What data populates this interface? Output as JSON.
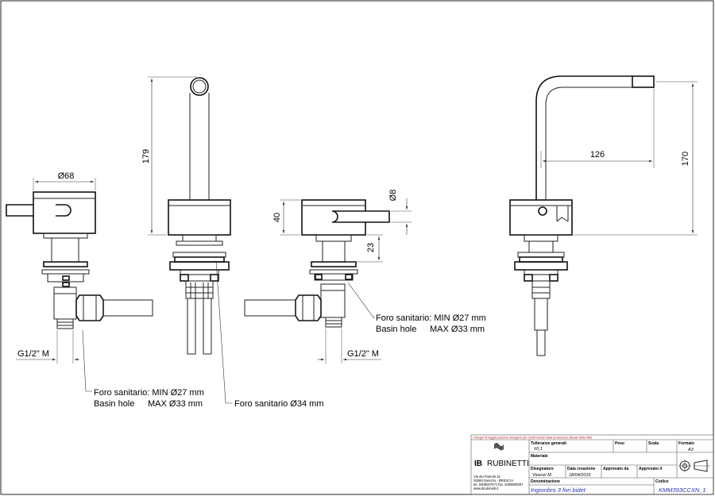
{
  "drawing": {
    "views": {
      "handle_left": {
        "diameter_label": "Ø68",
        "thread_label": "G1/2\" M"
      },
      "spout_front": {
        "height_label": "179"
      },
      "handle_right": {
        "height_label": "40",
        "lever_dia_label": "Ø8",
        "base_label": "23",
        "thread_label": "G1/2\" M"
      },
      "spout_side": {
        "reach_label": "126",
        "height_label": "170"
      }
    },
    "notes": {
      "hole_right": {
        "line1": "Foro sanitario: MIN Ø27 mm",
        "line2_left": "Basin hole",
        "line2_right": "MAX Ø33 mm"
      },
      "hole_left": {
        "line1": "Foro sanitario: MIN Ø27 mm",
        "line2_left": "Basin hole",
        "line2_right": "MAX Ø33 mm"
      },
      "hole_center": "Foro sanitario Ø34 mm"
    }
  },
  "title_block": {
    "warning": "I disegni di foggia possono divergere per motivi tecnici dalla produzione attuale della ditta",
    "tolerance_label": "Tolleranze generali",
    "tolerance_value": "±0,1",
    "peso_label": "Peso",
    "scala_label": "Scala",
    "formato_label": "Formato",
    "formato_value": "A3",
    "materiale_label": "Materiale",
    "disegnatore_label": "Disegnatore",
    "disegnatore_value": "Vivenzi M.",
    "data_label": "Data creazione",
    "data_value": "18/04/2016",
    "approvato_da_label": "Approvato da",
    "approvato_il_label": "Approvato il",
    "denominazione_label": "Denominazione",
    "denominazione_value": "Ingombro 3 fori bidet",
    "codice_label": "Codice",
    "codice_value": "KMM393CCXN_1",
    "brand_prefix": "IB",
    "brand_name": "RUBINETTI",
    "address": [
      "Via dei Pianotti 15",
      "25068 Sarezzo - BRESCIA",
      "tel. 0308027071 fax. 0308900097",
      "www.ibrubinetti.it"
    ]
  }
}
